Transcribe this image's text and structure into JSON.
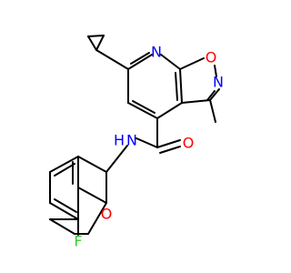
{
  "molecule": {
    "atoms": {
      "n_pyridine": "N",
      "o_isoxazole": "O",
      "n_isoxazole": "N",
      "o_carbonyl": "O",
      "n_amide": "N",
      "h_amide": "H",
      "o_chromane": "O",
      "f_fluorine": "F"
    },
    "colors": {
      "bond": "#000000",
      "nitrogen": "#0000ff",
      "oxygen": "#ff0000",
      "fluorine": "#33cc33",
      "carbon": "#000000"
    }
  }
}
